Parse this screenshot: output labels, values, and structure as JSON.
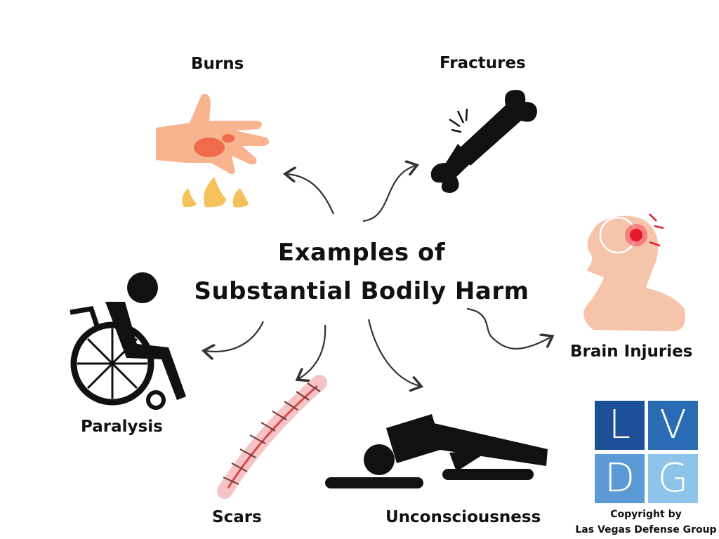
{
  "title": {
    "line1": "Examples of",
    "line2": "Substantial Bodily Harm"
  },
  "items": [
    {
      "label": "Burns",
      "icon": "burned-hand-icon"
    },
    {
      "label": "Fractures",
      "icon": "broken-bone-icon"
    },
    {
      "label": "Brain Injuries",
      "icon": "head-brain-injury-icon"
    },
    {
      "label": "Paralysis",
      "icon": "wheelchair-icon"
    },
    {
      "label": "Scars",
      "icon": "stitched-scar-icon"
    },
    {
      "label": "Unconsciousness",
      "icon": "unconscious-person-icon"
    }
  ],
  "logo": {
    "letters": [
      "L",
      "V",
      "D",
      "G"
    ],
    "colors": [
      "#1d4f97",
      "#2a6cb4",
      "#5b9ad4",
      "#8ec3ea"
    ]
  },
  "copyright": {
    "line1": "Copyright by",
    "line2": "Las Vegas Defense Group"
  }
}
